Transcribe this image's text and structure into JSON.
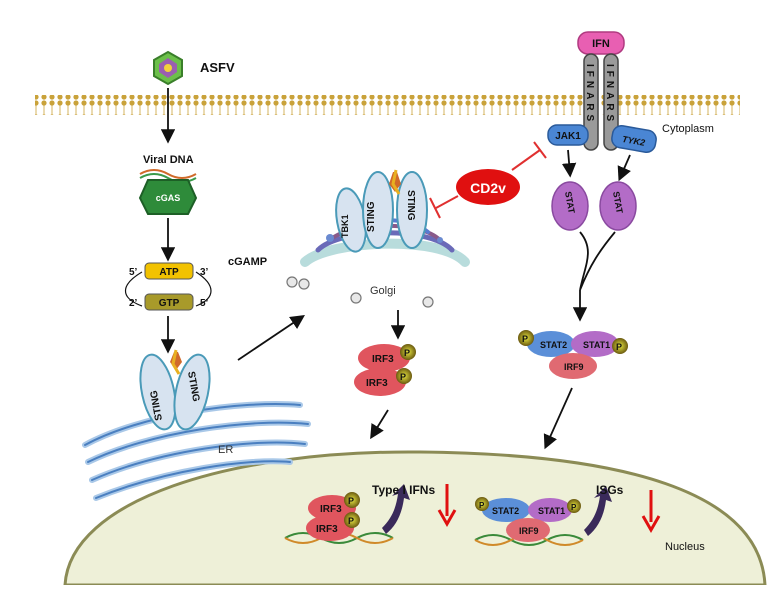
{
  "labels": {
    "asfv": "ASFV",
    "viral_dna": "Viral DNA",
    "cgas": "cGAS",
    "cgamp": "cGAMP",
    "atp": "ATP",
    "gtp": "GTP",
    "five_prime": "5’",
    "three_prime": "3’",
    "two_prime": "2’",
    "sting": "STING",
    "tbk1": "TBK1",
    "golgi": "Golgi",
    "er": "ER",
    "irf3": "IRF3",
    "p": "P",
    "cd2v": "CD2v",
    "ifn": "IFN",
    "ifnar": "IFNARS",
    "jak1": "JAK1",
    "tyk2": "TYK2",
    "cytoplasm": "Cytoplasm",
    "stat": "STAT",
    "stat1": "STAT1",
    "stat2": "STAT2",
    "irf9": "IRF9",
    "type1_ifns": "Type I IFNs",
    "isgs": "ISGs",
    "nucleus": "Nucleus"
  },
  "colors": {
    "membrane": "#c9a23a",
    "cgas": "#2e8b3a",
    "atp": "#f2c200",
    "gtp": "#a89a2a",
    "sting": "#d7e3f0",
    "irf3": "#e0555e",
    "stat1": "#b36cc7",
    "stat2": "#5b8fd8",
    "irf9": "#e06a72",
    "cd2v": "#e01010",
    "inhibit": "#e03030",
    "down_arrow": "#e01010",
    "nucleus": "#eef0d8",
    "ifn": "#e85fb2",
    "jak": "#4a86d4",
    "phospho": "#c8c832"
  },
  "icons": [
    "virus-icon",
    "dna-helix-icon",
    "down-arrow-icon",
    "up-arrow-icon",
    "inhibition-arrow-icon"
  ]
}
